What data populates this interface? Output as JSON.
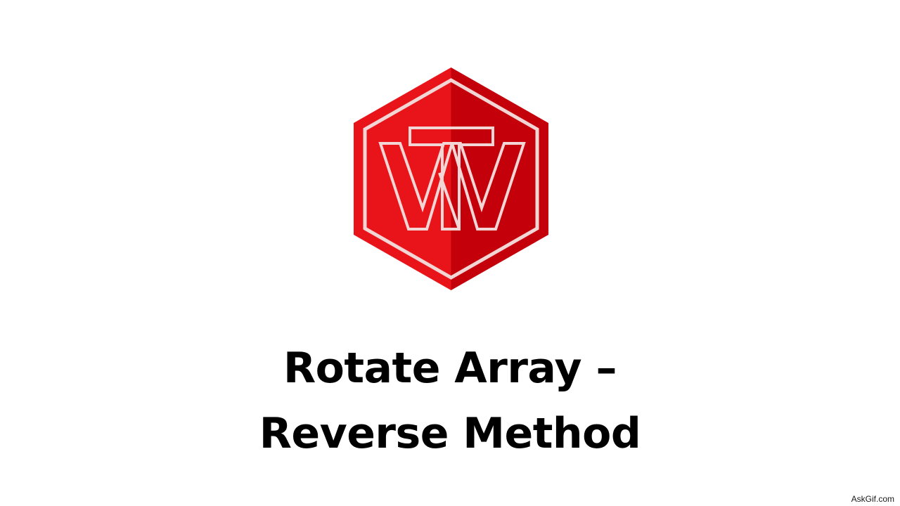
{
  "slide": {
    "title_lines": [
      "Rotate Array –",
      "Reverse Method"
    ],
    "watermark": "AskGif.com"
  },
  "logo": {
    "icon": "hexagon-tw-monogram-logo",
    "lettering": "TW",
    "colors": {
      "red_light": "#e8141a",
      "red_dark": "#c00008",
      "outline": "#f0d0d0"
    }
  },
  "colors": {
    "background": "#ffffff",
    "text": "#000000"
  }
}
